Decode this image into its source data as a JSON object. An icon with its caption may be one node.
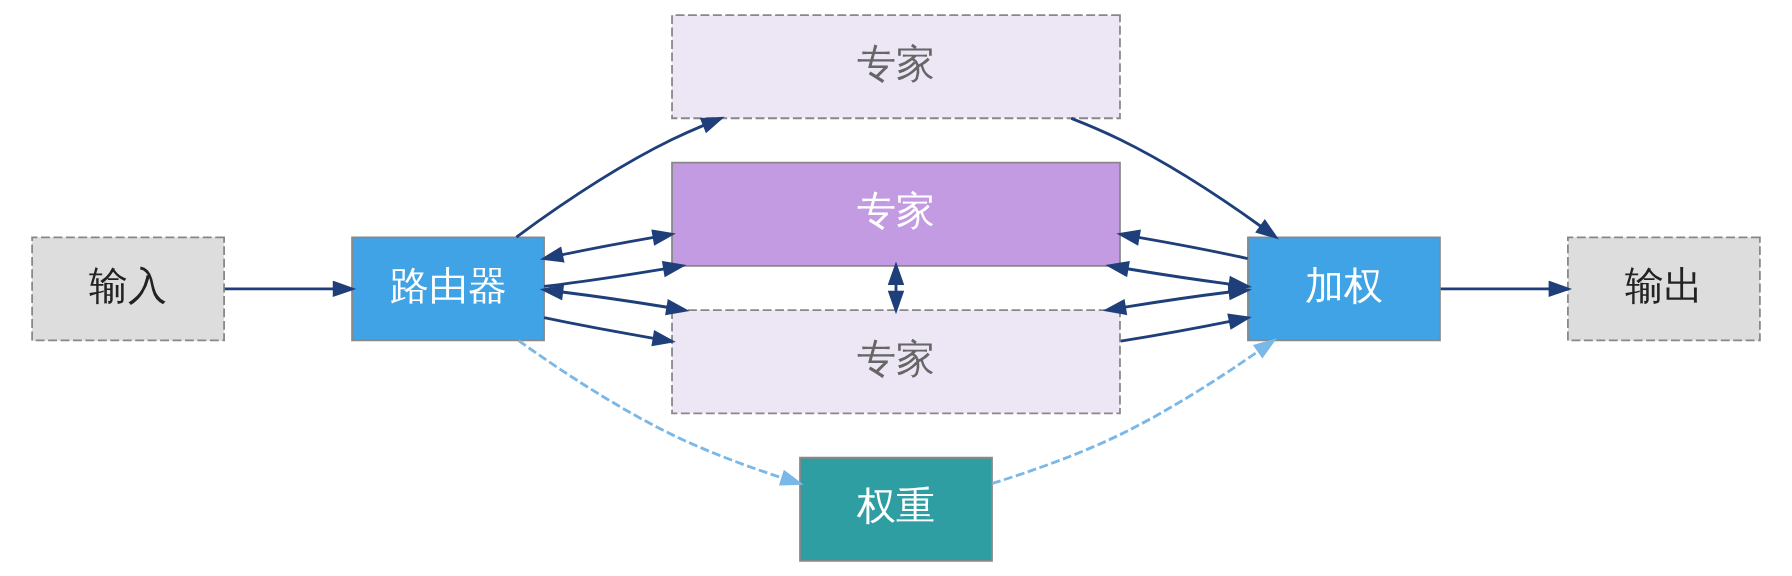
{
  "diagram": {
    "nodes": [
      {
        "text": [
          "输入"
        ]
      },
      {
        "text": [
          "路由器"
        ]
      },
      {
        "text": [
          "专家"
        ]
      },
      {
        "text": [
          "专家"
        ]
      },
      {
        "text": [
          "专家"
        ]
      },
      {
        "text": [
          "加权"
        ]
      },
      {
        "text": [
          "输出"
        ]
      },
      {
        "text": [
          "权重"
        ]
      }
    ],
    "edges": [
      {
        "from": 0,
        "to": 1,
        "arrow": "to"
      },
      {
        "from": 1,
        "to": 2,
        "arrow": "to"
      },
      {
        "from": 1,
        "to": 3,
        "arrow": "to"
      },
      {
        "from": 1,
        "to": 4,
        "arrow": "to"
      },
      {
        "from": 1,
        "to": 3,
        "arrow": "both"
      },
      {
        "from": 1,
        "to": 4,
        "arrow": "both"
      },
      {
        "from": 3,
        "to": 4,
        "arrow": "both"
      },
      {
        "from": 2,
        "to": 5,
        "arrow": "to"
      },
      {
        "from": 5,
        "to": 3,
        "arrow": "to"
      },
      {
        "from": 4,
        "to": 5,
        "arrow": "to"
      },
      {
        "from": 3,
        "to": 5,
        "arrow": "both"
      },
      {
        "from": 4,
        "to": 5,
        "arrow": "both"
      },
      {
        "from": 5,
        "to": 6,
        "arrow": "to"
      },
      {
        "from": 1,
        "to": 7,
        "arrow": "to",
        "style": "dashed",
        "color": "#7ab8e8"
      },
      {
        "from": 7,
        "to": 5,
        "arrow": "to",
        "style": "dashed",
        "color": "#7ab8e8"
      }
    ]
  }
}
